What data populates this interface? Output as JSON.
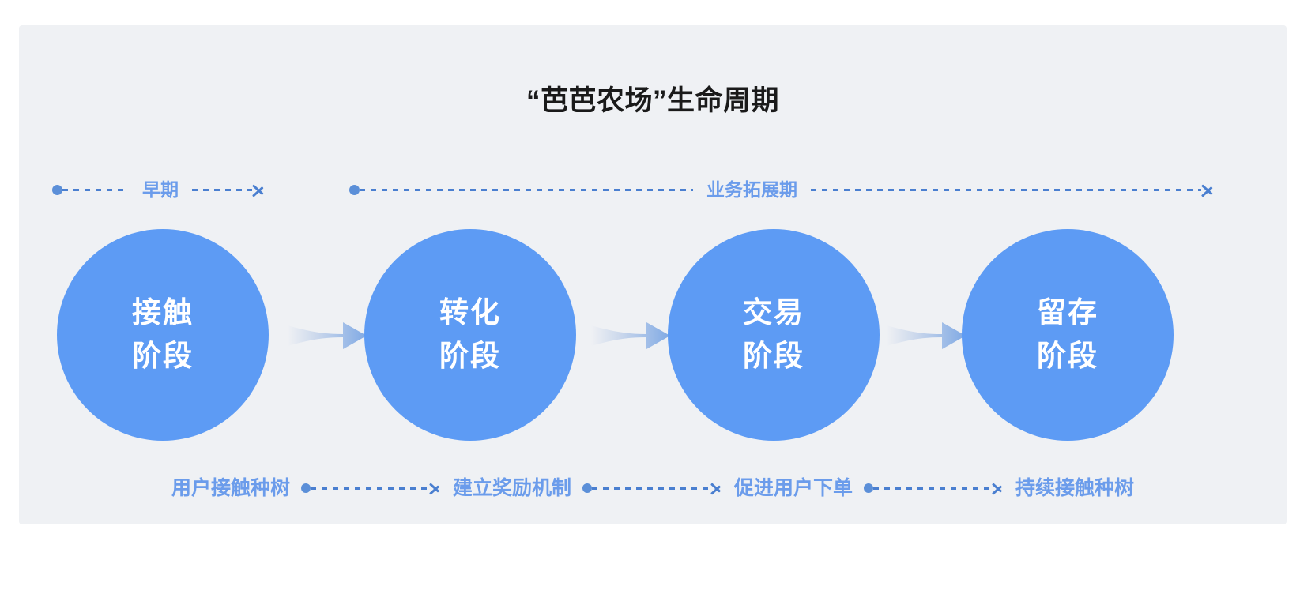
{
  "page": {
    "background": "#ffffff",
    "panel_background": "#eff1f4",
    "accent_blue": "#5d9bf4",
    "label_blue": "#6b9ceb",
    "dash_blue": "#4a7fd0",
    "title_color": "#1a1a1a"
  },
  "header": {
    "title": "“芭芭农场”生命周期"
  },
  "phases": [
    {
      "label": "早期"
    },
    {
      "label": "业务拓展期"
    }
  ],
  "stages": [
    {
      "line1": "接触",
      "line2": "阶段"
    },
    {
      "line1": "转化",
      "line2": "阶段"
    },
    {
      "line1": "交易",
      "line2": "阶段"
    },
    {
      "line1": "留存",
      "line2": "阶段"
    }
  ],
  "actions": [
    {
      "label": "用户接触种树"
    },
    {
      "label": "建立奖励机制"
    },
    {
      "label": "促进用户下单"
    },
    {
      "label": "持续接触种树"
    }
  ],
  "icons": {
    "phase_start_dot": "circle-dot-icon",
    "phase_arrow_head": "chevron-right-icon",
    "stage_connector": "gradient-arrow-right-icon"
  }
}
